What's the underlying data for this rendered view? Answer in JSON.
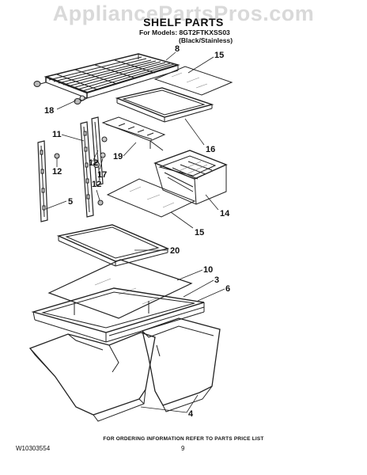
{
  "watermark": "AppliancePartsPros.com",
  "header": {
    "title": "SHELF PARTS",
    "models_line1": "For Models: 8GT2FTKXSS03",
    "models_line2": "(Black/Stainless)"
  },
  "callouts": {
    "c8": "8",
    "c15a": "15",
    "c18": "18",
    "c11": "11",
    "c16": "16",
    "c19": "19",
    "c12a": "12",
    "c17": "17",
    "c12b": "12",
    "c12c": "12",
    "c5": "5",
    "c14": "14",
    "c15b": "15",
    "c20": "20",
    "c10": "10",
    "c3": "3",
    "c6": "6",
    "c4": "4"
  },
  "footer": {
    "note": "FOR ORDERING INFORMATION REFER TO PARTS PRICE LIST",
    "doc_number": "W10303554",
    "page_number": "9"
  }
}
